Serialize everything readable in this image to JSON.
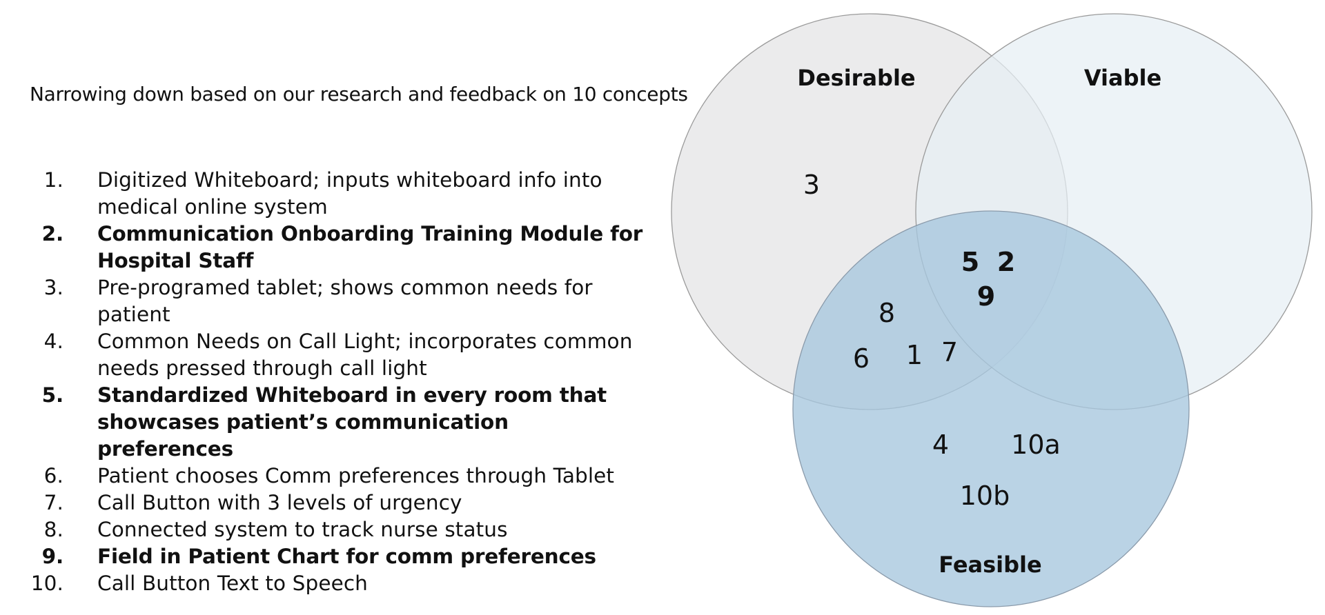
{
  "subtitle": "Narrowing down based on our research and feedback on 10 concepts",
  "concepts": [
    {
      "num": "1.",
      "text": "Digitized Whiteboard; inputs whiteboard info into medical online system",
      "bold": false
    },
    {
      "num": "2.",
      "text": "Communication Onboarding Training Module for Hospital Staff",
      "bold": true
    },
    {
      "num": "3.",
      "text": "Pre-programed tablet; shows common needs for patient",
      "bold": false
    },
    {
      "num": "4.",
      "text": "Common Needs on Call Light; incorporates common needs pressed through call light",
      "bold": false
    },
    {
      "num": "5.",
      "text": "Standardized Whiteboard in every room that showcases patient’s communication preferences",
      "bold": true
    },
    {
      "num": "6.",
      "text": "Patient chooses Comm preferences through Tablet",
      "bold": false
    },
    {
      "num": "7.",
      "text": "Call Button with 3 levels of urgency",
      "bold": false
    },
    {
      "num": "8.",
      "text": "Connected system to track nurse status",
      "bold": false
    },
    {
      "num": "9.",
      "text": "Field in Patient Chart for comm preferences",
      "bold": true
    },
    {
      "num": "10.",
      "text": "Call Button Text to Speech",
      "bold": false
    }
  ],
  "venn": {
    "circles": {
      "desirable": {
        "label": "Desirable",
        "fill": "#e9e9ea",
        "stroke": "#9a9a9a"
      },
      "viable": {
        "label": "Viable",
        "fill": "#e6eef4",
        "stroke": "#9a9a9a"
      },
      "feasible": {
        "label": "Feasible",
        "fill": "#a7c6de",
        "stroke": "#8a9aaa"
      }
    },
    "markers": {
      "desirable_only": [
        "3"
      ],
      "desirable_feasible": [
        "8",
        "6",
        "1",
        "7"
      ],
      "all_three": [
        "5",
        "2",
        "9"
      ],
      "feasible_only": [
        "4",
        "10a",
        "10b"
      ]
    }
  }
}
